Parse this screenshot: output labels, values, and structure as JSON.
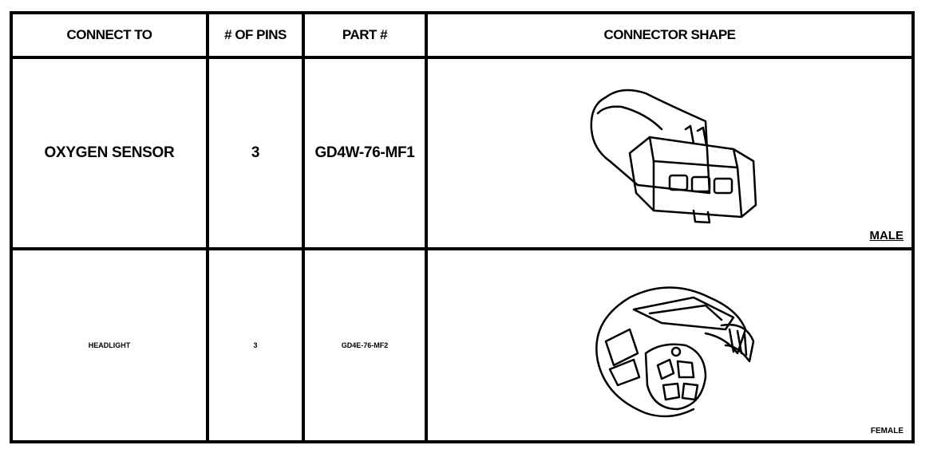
{
  "headers": {
    "connect_to": "CONNECT TO",
    "pins": "# OF PINS",
    "part": "PART #",
    "shape": "CONNECTOR SHAPE"
  },
  "rows": [
    {
      "connect_to": "OXYGEN SENSOR",
      "pins": "3",
      "part": "GD4W-76-MF1",
      "gender": "MALE",
      "shape_icon": "male-connector-icon"
    },
    {
      "connect_to": "HEADLIGHT",
      "pins": "3",
      "part": "GD4E-76-MF2",
      "gender": "FEMALE",
      "shape_icon": "female-connector-icon"
    }
  ]
}
